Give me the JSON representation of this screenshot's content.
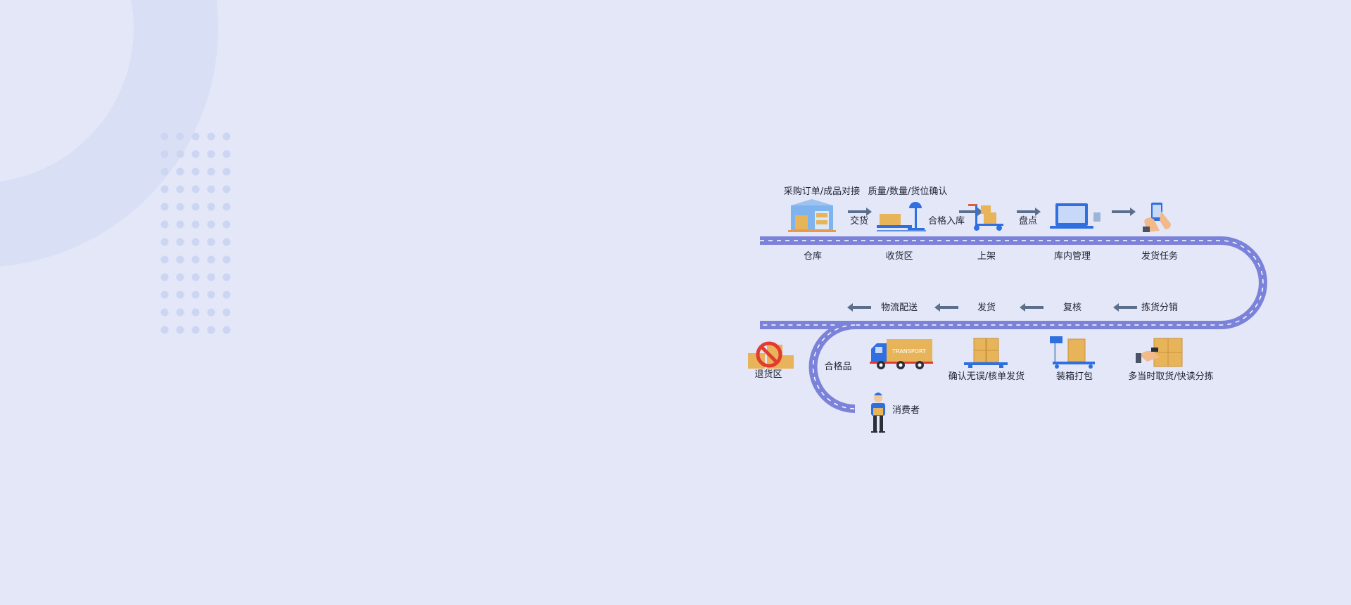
{
  "colors": {
    "background": "#e3e7f7",
    "road": "#7b82d9",
    "road_dash": "#ffffff",
    "arrow": "#5b6f8c",
    "box": "#e8b45a",
    "blue": "#2f6fe0"
  },
  "top_row": {
    "above": {
      "order_match": "采购订单/成品对接",
      "quality_check": "质量/数量/货位确认",
      "handover": "交货",
      "qualified_in": "合格入库",
      "inventory": "盘点"
    },
    "nodes": [
      "仓库",
      "收货区",
      "上架",
      "库内管理",
      "发货任务"
    ]
  },
  "middle_row": {
    "steps": [
      "物流配送",
      "发货",
      "复核",
      "拣货分销"
    ]
  },
  "bottom_row": {
    "return_area": "退货区",
    "qualified": "合格品",
    "confirm": "确认无误/核单发货",
    "packing": "装箱打包",
    "picking": "多当时取货/快读分拣",
    "consumer": "消费者",
    "truck_text": "TRANSPORT"
  }
}
